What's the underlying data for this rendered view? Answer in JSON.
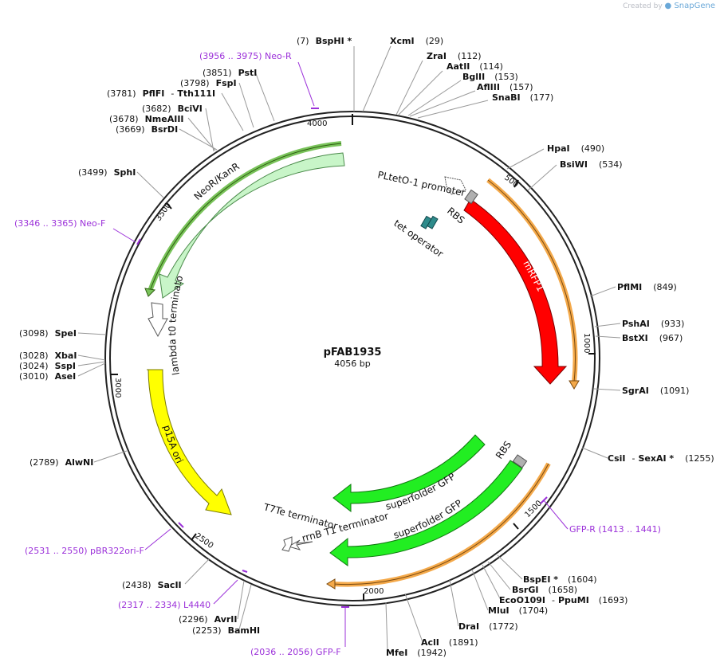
{
  "credit": {
    "prefix": "Created by",
    "brand": "SnapGene"
  },
  "plasmid": {
    "name": "pFAB1935",
    "size": "4056 bp"
  },
  "ticks": [
    "500",
    "1000",
    "1500",
    "2000",
    "2500",
    "3000",
    "3500",
    "4000"
  ],
  "features": {
    "pltet": "PLtetO-1 promoter",
    "rbs1": "RBS",
    "tetop": "tet operator",
    "mrfp1": "mRFP1",
    "rbs2": "RBS",
    "sfgfp1": "superfolder GFP",
    "sfgfp2": "superfolder GFP",
    "rrnb": "rrnB T1 terminator",
    "t7te": "T7Te terminator",
    "p15a": "p15A ori",
    "lambda": "lambda t0 terminator",
    "neor": "NeoR/KanR"
  },
  "enzymes": [
    {
      "pos": "(7)",
      "name": "BspHI *"
    },
    {
      "name": "XcmI",
      "pos": "(29)"
    },
    {
      "name": "ZraI",
      "pos": "(112)"
    },
    {
      "name": "AatII",
      "pos": "(114)"
    },
    {
      "name": "BglII",
      "pos": "(153)"
    },
    {
      "name": "AflIII",
      "pos": "(157)"
    },
    {
      "name": "SnaBI",
      "pos": "(177)"
    },
    {
      "name": "HpaI",
      "pos": "(490)"
    },
    {
      "name": "BsiWI",
      "pos": "(534)"
    },
    {
      "name": "PflMI",
      "pos": "(849)"
    },
    {
      "name": "PshAI",
      "pos": "(933)"
    },
    {
      "name": "BstXI",
      "pos": "(967)"
    },
    {
      "name": "SgrAI",
      "pos": "(1091)"
    },
    {
      "name": "CsiI",
      "sep": "-",
      "name2": "SexAI *",
      "pos": "(1255)"
    },
    {
      "name": "BspEI *",
      "pos": "(1604)"
    },
    {
      "name": "BsrGI",
      "pos": "(1658)"
    },
    {
      "name": "EcoO109I",
      "sep": "-",
      "name2": "PpuMI",
      "pos": "(1693)"
    },
    {
      "name": "MluI",
      "pos": "(1704)"
    },
    {
      "name": "DraI",
      "pos": "(1772)"
    },
    {
      "name": "AclI",
      "pos": "(1891)"
    },
    {
      "name": "MfeI",
      "pos": "(1942)"
    },
    {
      "pos": "(2253)",
      "name": "BamHI"
    },
    {
      "pos": "(2296)",
      "name": "AvrII"
    },
    {
      "pos": "(2438)",
      "name": "SacII"
    },
    {
      "pos": "(2789)",
      "name": "AlwNI"
    },
    {
      "pos": "(3010)",
      "name": "AseI"
    },
    {
      "pos": "(3024)",
      "name": "SspI"
    },
    {
      "pos": "(3028)",
      "name": "XbaI"
    },
    {
      "pos": "(3098)",
      "name": "SpeI"
    },
    {
      "pos": "(3499)",
      "name": "SphI"
    },
    {
      "pos": "(3669)",
      "name": "BsrDI"
    },
    {
      "pos": "(3678)",
      "name": "NmeAIII"
    },
    {
      "pos": "(3682)",
      "name": "BciVI"
    },
    {
      "pos": "(3781)",
      "name": "PflFI",
      "sep": "-",
      "name2": "Tth111I"
    },
    {
      "pos": "(3798)",
      "name": "FspI"
    },
    {
      "pos": "(3851)",
      "name": "PstI"
    }
  ],
  "primers": [
    {
      "label": "(3956 .. 3975)  Neo-R"
    },
    {
      "label": "(3346 .. 3365)  Neo-F"
    },
    {
      "label": "GFP-R     (1413 .. 1441)"
    },
    {
      "label": "(2531 .. 2550)  pBR322ori-F"
    },
    {
      "label": "(2317 .. 2334)  L4440"
    },
    {
      "label": "(2036 .. 2056)  GFP-F"
    }
  ],
  "colors": {
    "mrfp1": "#ff0000",
    "gfp": "#22ee22",
    "p15a": "#ffff00",
    "neor": "#c8f5c8",
    "orf": "#f4a94a",
    "primer": "#9b30d9",
    "promoter": "#ffffff",
    "tetop": "#2e8b8b",
    "rbs": "#b0b0b0"
  }
}
